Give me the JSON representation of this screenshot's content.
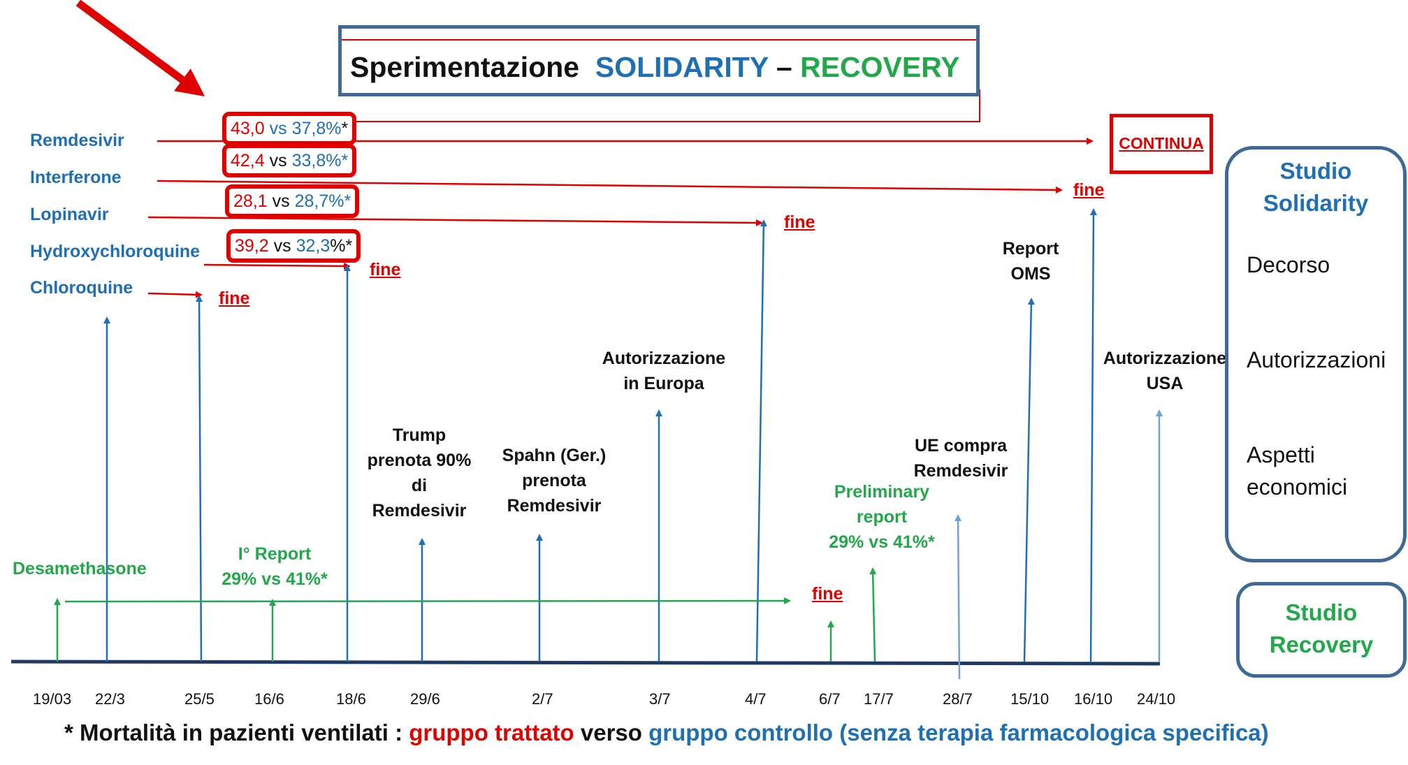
{
  "title": {
    "part1": "Sperimentazione",
    "part2": "SOLIDARITY",
    "dash": "–",
    "part3": "RECOVERY"
  },
  "drugs": [
    "Remdesivir",
    "Interferone",
    "Lopinavir",
    "Hydroxychloroquine",
    "Chloroquine"
  ],
  "mortality": [
    {
      "treated": "43,0",
      "vs": "vs",
      "control": "37,8%",
      "star": "*"
    },
    {
      "treated": "42,4",
      "vs": "vs",
      "control": "33,8%*",
      "star": ""
    },
    {
      "treated": "28,1",
      "vs": "vs",
      "control": "28,7%*",
      "star": ""
    },
    {
      "treated": "39,2",
      "vs": "vs",
      "control": "32,3",
      "star": "%*"
    }
  ],
  "fine_label": "fine",
  "continua_label": "CONTINUA",
  "events": {
    "autorizzazione_europa": [
      "Autorizzazione",
      "in Europa"
    ],
    "autorizzazione_usa": [
      "Autorizzazione",
      "USA"
    ],
    "trump": [
      "Trump",
      "prenota 90%",
      "di",
      "Remdesivir"
    ],
    "spahn": [
      "Spahn (Ger.)",
      "prenota",
      "Remdesivir"
    ],
    "ue": [
      "UE compra",
      "Remdesivir"
    ],
    "report_oms": [
      "Report",
      "OMS"
    ],
    "desamethasone": "Desamethasone",
    "first_report": [
      "I° Report",
      "29% vs 41%*"
    ],
    "preliminary": [
      "Preliminary",
      "report",
      "29% vs 41%*"
    ]
  },
  "dates": [
    "19/03",
    "22/3",
    "25/5",
    "16/6",
    "18/6",
    "29/6",
    "2/7",
    "3/7",
    "4/7",
    "6/7",
    "17/7",
    "28/7",
    "15/10",
    "16/10",
    "24/10"
  ],
  "side": {
    "solidarity": {
      "title": [
        "Studio",
        "Solidarity"
      ],
      "items": [
        "Decorso",
        "Autorizzazioni",
        "Aspetti",
        "economici"
      ]
    },
    "recovery": {
      "title": [
        "Studio",
        "Recovery"
      ]
    }
  },
  "footnote": {
    "prefix": "* Mortalità in pazienti ventilati :",
    "treated": "gruppo trattato",
    "mid": "verso",
    "control": "gruppo controllo (senza terapia farmacologica specifica)"
  },
  "colors": {
    "red": "#E00000",
    "blue": "#1F6FB5",
    "light_blue": "#6FA3D8",
    "green": "#22A84A",
    "navy": "#1F3864",
    "box_border": "#3F6A95"
  }
}
